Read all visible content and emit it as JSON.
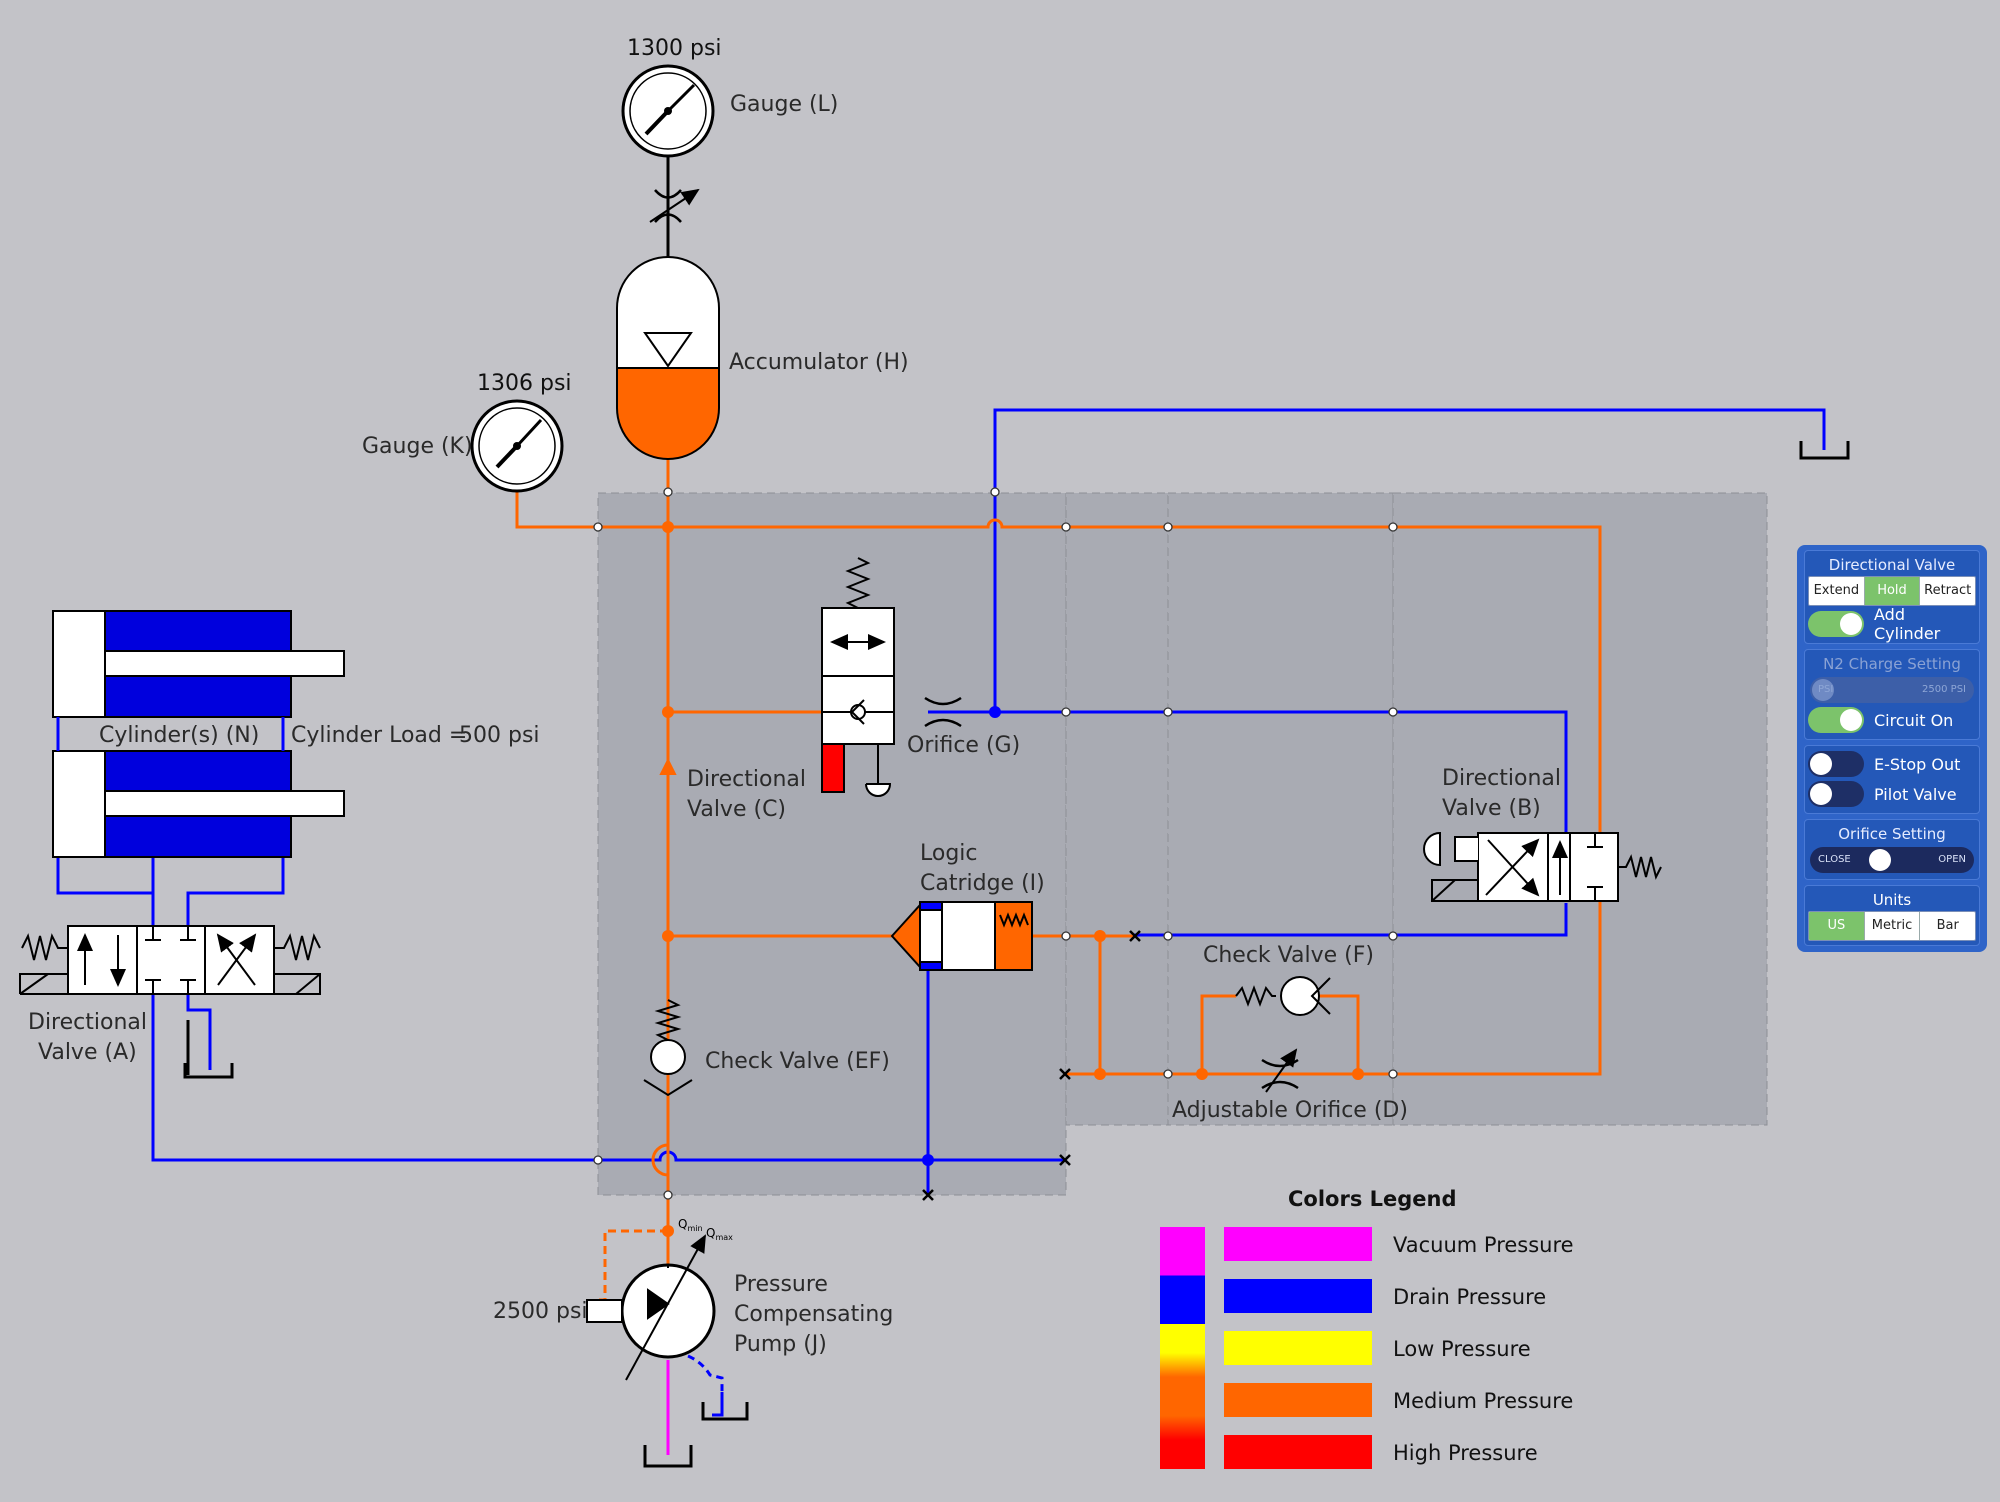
{
  "labels": {
    "gauge_l_value": "1300 psi",
    "gauge_l": "Gauge (L)",
    "gauge_k_value": "1306 psi",
    "gauge_k": "Gauge (K)",
    "accumulator": "Accumulator (H)",
    "cylinders": "Cylinder(s) (N)",
    "cylinder_load_label": "Cylinder Load =",
    "cylinder_load_value": "500 psi",
    "dir_valve_a_1": "Directional",
    "dir_valve_a_2": "Valve (A)",
    "dir_valve_c_1": "Directional",
    "dir_valve_c_2": "Valve (C)",
    "orifice_g": "Orifice (G)",
    "logic_1": "Logic",
    "logic_2": "Catridge (I)",
    "dir_valve_b_1": "Directional",
    "dir_valve_b_2": "Valve (B)",
    "check_valve_f": "Check Valve (F)",
    "check_valve_ef": "Check Valve (EF)",
    "adjustable_orifice": "Adjustable Orifice (D)",
    "pump_setting": "2500 psi",
    "pump_1": "Pressure",
    "pump_2": "Compensating",
    "pump_3": "Pump (J)",
    "qmin": "Q",
    "qmin_sub": "min",
    "qmax": "Q",
    "qmax_sub": "max"
  },
  "legend": {
    "title": "Colors Legend",
    "items": [
      {
        "label": "Vacuum Pressure",
        "color": "#ff00ff"
      },
      {
        "label": "Drain Pressure",
        "color": "#0000ff"
      },
      {
        "label": "Low Pressure",
        "color": "#ffff00"
      },
      {
        "label": "Medium Pressure",
        "color": "#ff6600"
      },
      {
        "label": "High Pressure",
        "color": "#ff0000"
      }
    ]
  },
  "panel": {
    "directional_valve": {
      "title": "Directional Valve",
      "options": [
        "Extend",
        "Hold",
        "Retract"
      ],
      "selected": "Hold"
    },
    "add_cylinder": {
      "label": "Add Cylinder",
      "on": true
    },
    "n2_charge": {
      "title": "N2 Charge Setting",
      "min_label": "PSI",
      "max_label": "2500 PSI",
      "enabled": false
    },
    "circuit_on": {
      "label": "Circuit On",
      "on": true
    },
    "estop_out": {
      "label": "E-Stop Out",
      "on": false
    },
    "pilot_valve": {
      "label": "Pilot Valve",
      "on": false
    },
    "orifice_setting": {
      "title": "Orifice Setting",
      "min_label": "CLOSE",
      "max_label": "OPEN",
      "level": 0.4
    },
    "units": {
      "title": "Units",
      "options": [
        "US",
        "Metric",
        "Bar"
      ],
      "selected": "US"
    }
  },
  "colors": {
    "medium": "#ff6600",
    "drain": "#0000ff",
    "vacuum": "#ff00ff",
    "high": "#ff0000",
    "background": "#c3c3c8",
    "manifold": "#a9abb3"
  }
}
